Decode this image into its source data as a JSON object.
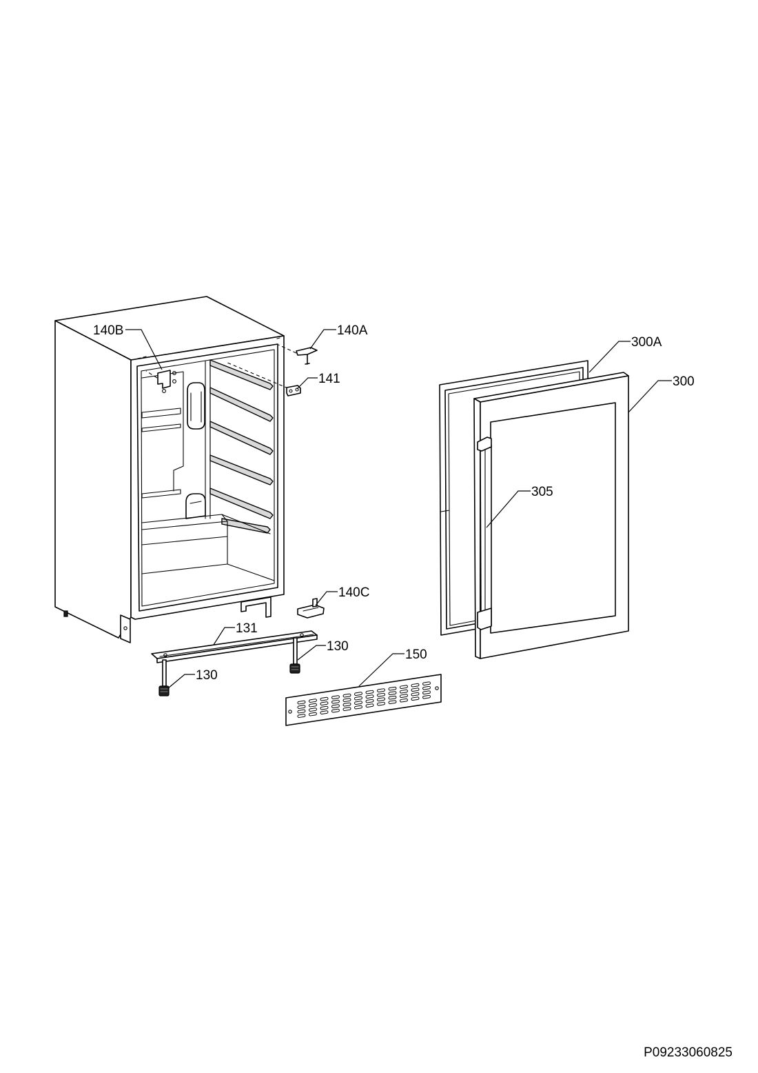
{
  "callouts": [
    {
      "label": "140B"
    },
    {
      "label": "140A"
    },
    {
      "label": "141"
    },
    {
      "label": "300A"
    },
    {
      "label": "300"
    },
    {
      "label": "305"
    },
    {
      "label": "140C"
    },
    {
      "label": "131"
    },
    {
      "label": "130"
    },
    {
      "label": "130"
    },
    {
      "label": "150"
    }
  ],
  "drawing_code": "P09233060825",
  "colors": {
    "line": "#000000",
    "background": "#ffffff",
    "rail_fill": "#d9d9d9",
    "foot_fill": "#1e1e1e"
  }
}
